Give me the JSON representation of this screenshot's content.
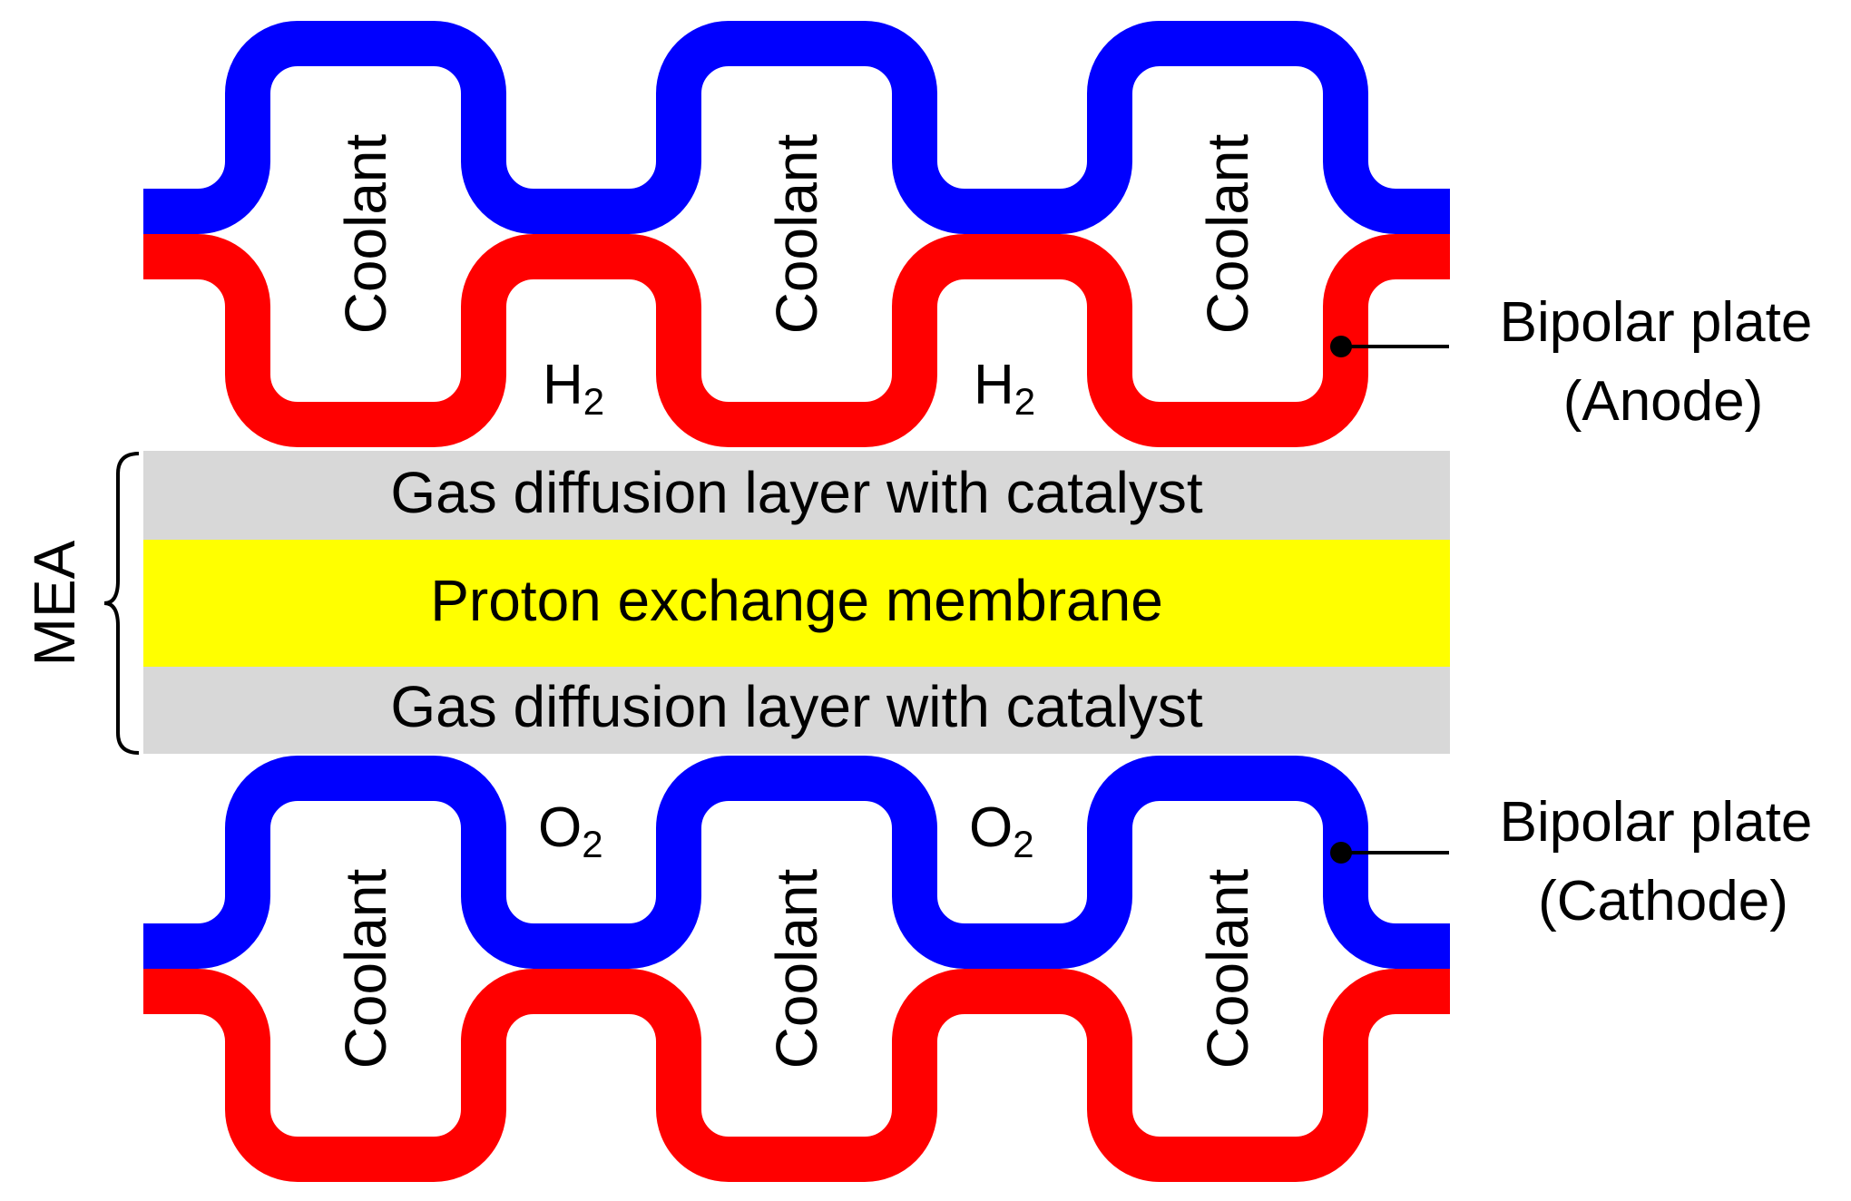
{
  "colors": {
    "blue": "#0000ff",
    "red": "#ff0000",
    "gray": "#d8d8d8",
    "yellow": "#ffff00",
    "black": "#000000"
  },
  "anode": {
    "coolant_labels": [
      "Coolant",
      "Coolant",
      "Coolant"
    ],
    "gas_labels": [
      {
        "main": "H",
        "sub": "2"
      },
      {
        "main": "H",
        "sub": "2"
      }
    ],
    "callout": {
      "line1": "Bipolar plate",
      "line2": "(Anode)"
    }
  },
  "mea": {
    "label": "MEA",
    "top_layer": "Gas diffusion layer with catalyst",
    "membrane": "Proton exchange membrane",
    "bottom_layer": "Gas diffusion layer with catalyst"
  },
  "cathode": {
    "coolant_labels": [
      "Coolant",
      "Coolant",
      "Coolant"
    ],
    "gas_labels": [
      {
        "main": "O",
        "sub": "2"
      },
      {
        "main": "O",
        "sub": "2"
      }
    ],
    "callout": {
      "line1": "Bipolar plate",
      "line2": "(Cathode)"
    }
  }
}
